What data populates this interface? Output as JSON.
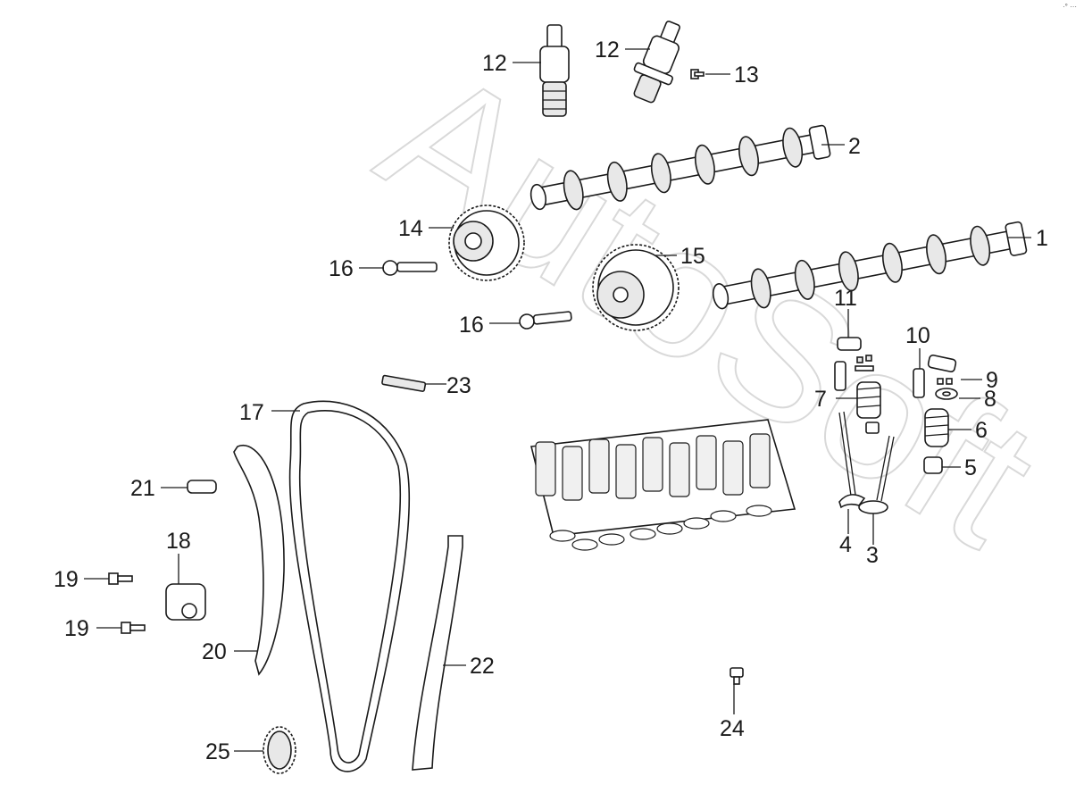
{
  "watermark": {
    "text": "AutoSoft"
  },
  "corner_mark": "·° ···",
  "callouts": [
    {
      "id": "c12a",
      "label": "12"
    },
    {
      "id": "c12b",
      "label": "12"
    },
    {
      "id": "c13",
      "label": "13"
    },
    {
      "id": "c2",
      "label": "2"
    },
    {
      "id": "c14",
      "label": "14"
    },
    {
      "id": "c1",
      "label": "1"
    },
    {
      "id": "c15",
      "label": "15"
    },
    {
      "id": "c16a",
      "label": "16"
    },
    {
      "id": "c16b",
      "label": "16"
    },
    {
      "id": "c11",
      "label": "11"
    },
    {
      "id": "c10",
      "label": "10"
    },
    {
      "id": "c9",
      "label": "9"
    },
    {
      "id": "c8",
      "label": "8"
    },
    {
      "id": "c7",
      "label": "7"
    },
    {
      "id": "c23",
      "label": "23"
    },
    {
      "id": "c17",
      "label": "17"
    },
    {
      "id": "c6",
      "label": "6"
    },
    {
      "id": "c5",
      "label": "5"
    },
    {
      "id": "c21",
      "label": "21"
    },
    {
      "id": "c18",
      "label": "18"
    },
    {
      "id": "c4",
      "label": "4"
    },
    {
      "id": "c3",
      "label": "3"
    },
    {
      "id": "c19a",
      "label": "19"
    },
    {
      "id": "c19b",
      "label": "19"
    },
    {
      "id": "c20",
      "label": "20"
    },
    {
      "id": "c22",
      "label": "22"
    },
    {
      "id": "c24",
      "label": "24"
    },
    {
      "id": "c25",
      "label": "25"
    }
  ]
}
